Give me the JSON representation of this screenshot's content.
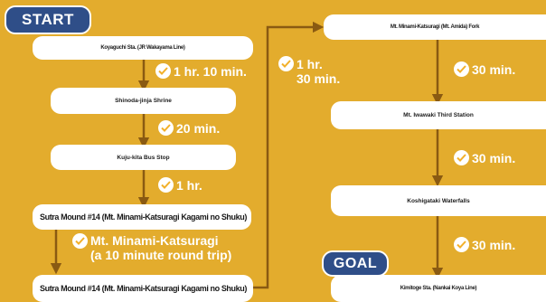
{
  "labels": {
    "start": "START",
    "goal": "GOAL"
  },
  "stops": {
    "koyaguchi": "Koyaguchi Sta. (JR Wakayama Line)",
    "shinoda": "Shinoda-jinja Shrine",
    "kuju": "Kuju-kita Bus Stop",
    "sutra_1": "Sutra Mound #14 (Mt. Minami-Katsuragi Kagami no Shuku)",
    "sutra_2": "Sutra Mound #14 (Mt. Minami-Katsuragi Kagami no Shuku)",
    "amida_fork": "Mt. Minami-Katsuragi (Mt. Amida) Fork",
    "iwawaki": "Mt. Iwawaki Third Station",
    "koshigataki": "Koshigataki Waterfalls",
    "kimitoge": "Kimitoge Sta. (Nankai Koya Line)"
  },
  "durations": {
    "koyaguchi_shinoda": "1 hr. 10 min.",
    "shinoda_kuju": "20 min.",
    "kuju_sutra": "1 hr.",
    "sutra_amida_line1": "1 hr.",
    "sutra_amida_line2": "30 min.",
    "amida_iwawaki": "30 min.",
    "iwawaki_koshigataki": "30 min.",
    "koshigataki_kimitoge": "30 min."
  },
  "side_trip": {
    "line1": "Mt. Minami-Katsuragi",
    "line2": "(a 10 minute round trip)"
  },
  "colors": {
    "background": "#E3AC2D",
    "connector": "#8A5A12",
    "badge": "#2F4E88",
    "box": "#FFFFFF",
    "check": "#F2B02A"
  },
  "icons": {
    "duration": "check-circle-icon",
    "arrow": "arrow-down-icon"
  }
}
